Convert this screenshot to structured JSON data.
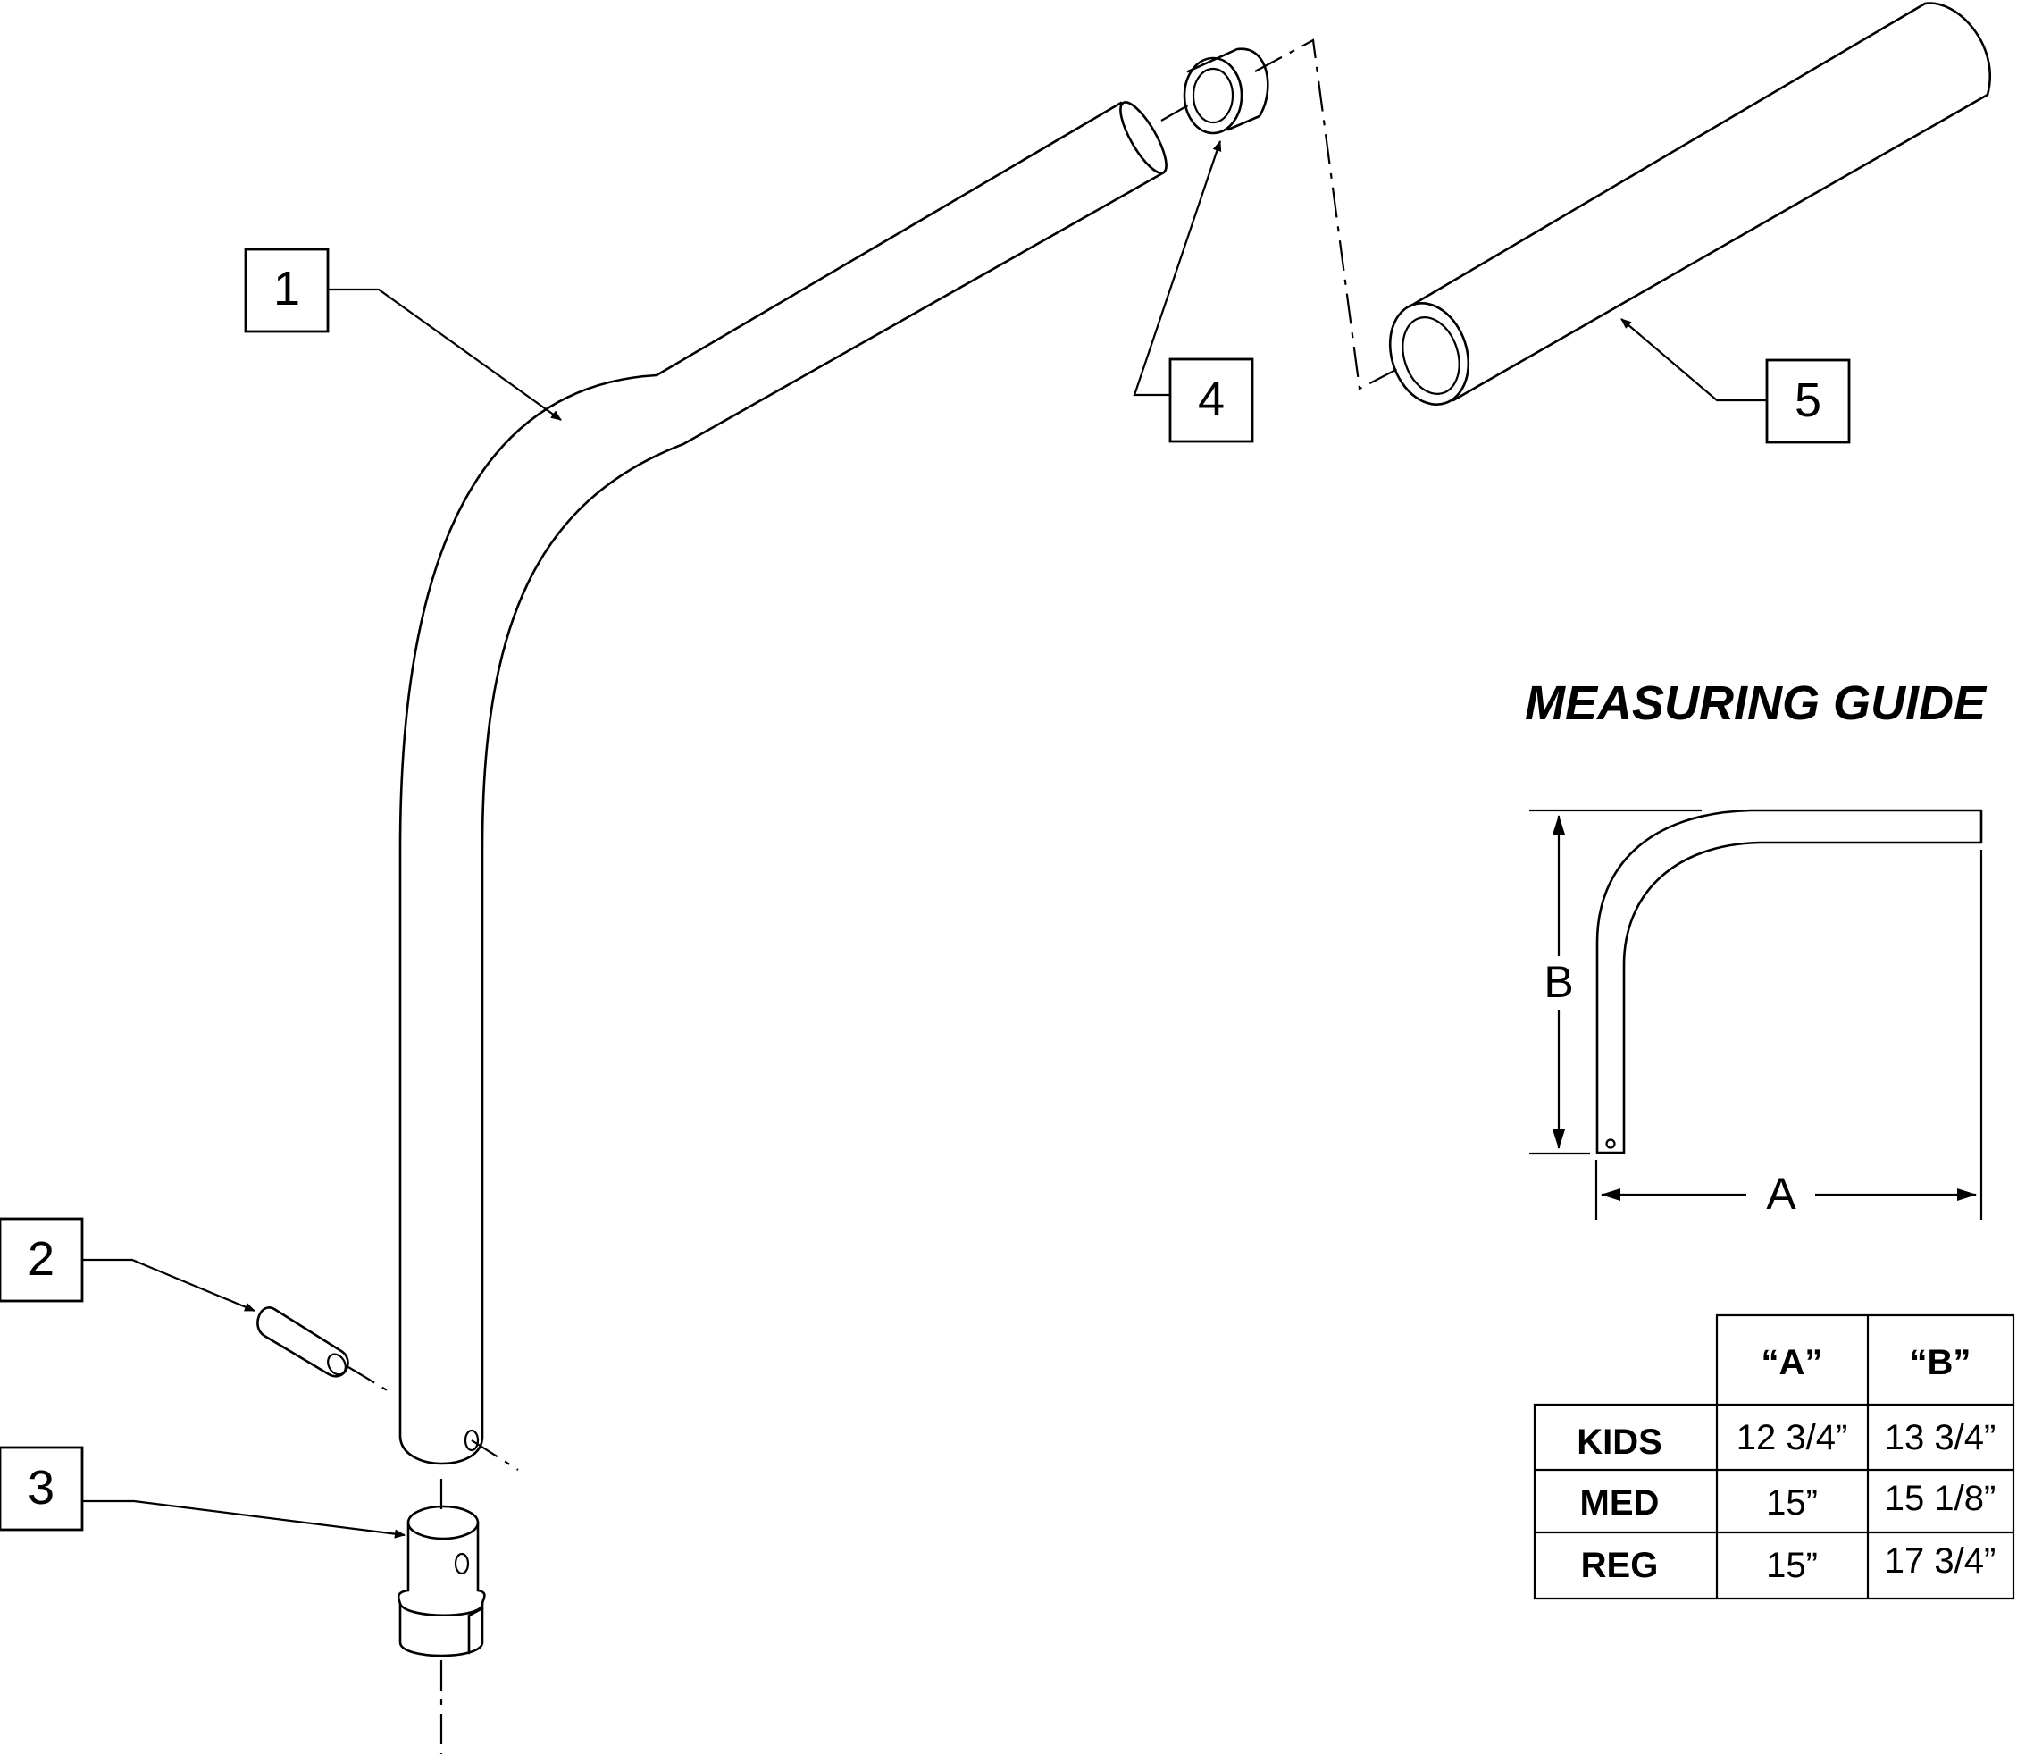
{
  "callouts": {
    "c1": "1",
    "c2": "2",
    "c3": "3",
    "c4": "4",
    "c5": "5"
  },
  "measuring_guide": {
    "title": "MEASURING GUIDE",
    "dim_a": "A",
    "dim_b": "B"
  },
  "table": {
    "headers": [
      "“A”",
      "“B”"
    ],
    "rows": [
      {
        "label": "KIDS",
        "a": "12 3/4”",
        "b": "13 3/4”"
      },
      {
        "label": "MED",
        "a": "15”",
        "b": "15 1/8”"
      },
      {
        "label": "REG",
        "a": "15”",
        "b": "17 3/4”"
      }
    ]
  }
}
